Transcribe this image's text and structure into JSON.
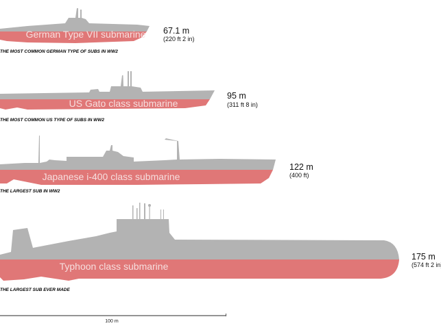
{
  "colors": {
    "hull_upper": "#b3b3b3",
    "hull_lower": "#e07777",
    "label": "#f6dede"
  },
  "submarines": [
    {
      "name": "German Type VII submarine",
      "length_m": "67.1 m",
      "length_imperial": "(220 ft 2 in)",
      "caption": "THE MOST COMMON GERMAN TYPE OF SUBS IN WW2"
    },
    {
      "name": "US Gato class submarine",
      "length_m": "95 m",
      "length_imperial": "(311 ft 8 in)",
      "caption": "THE MOST COMMON US TYPE OF SUBS IN WW2"
    },
    {
      "name": "Japanese i-400 class submarine",
      "length_m": "122 m",
      "length_imperial": "(400 ft)",
      "caption": "THE LARGEST SUB IN WW2"
    },
    {
      "name": "Typhoon class submarine",
      "length_m": "175 m",
      "length_imperial": "(574 ft 2 in)",
      "caption": "THE LARGEST SUB EVER MADE"
    }
  ],
  "scale_bar": {
    "label": "100 m"
  }
}
